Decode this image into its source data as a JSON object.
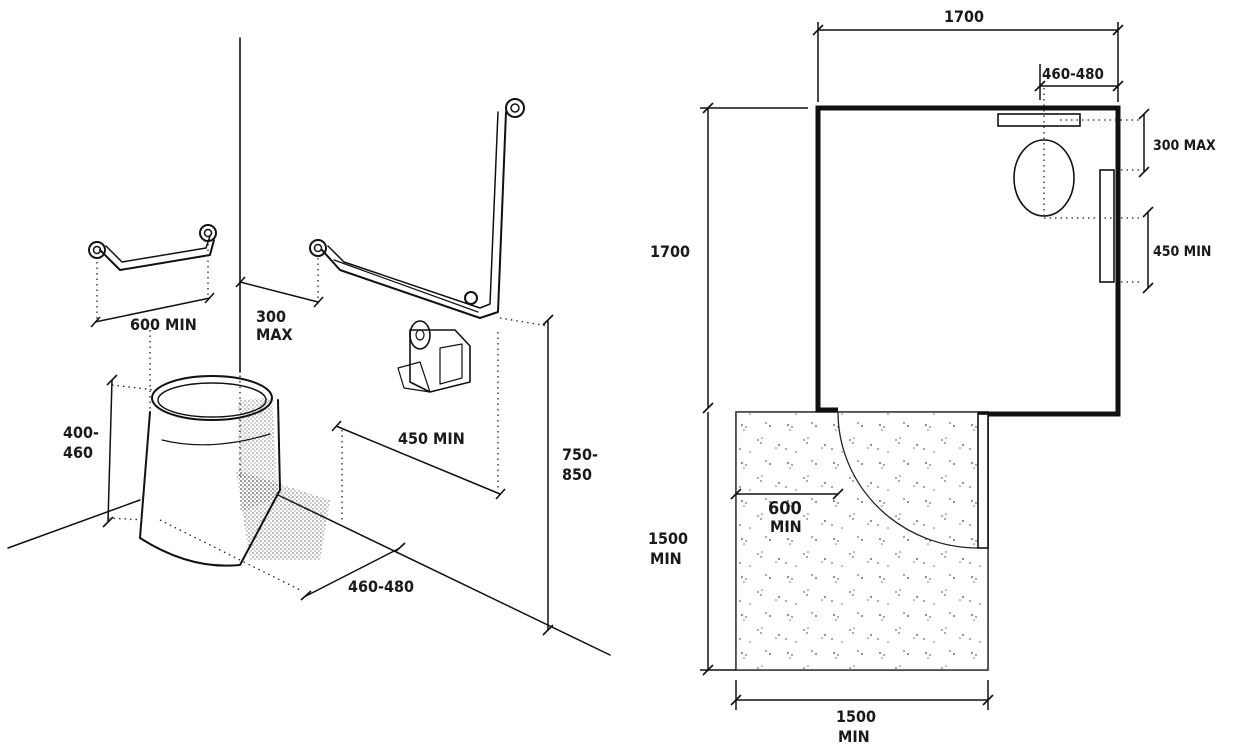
{
  "elevation": {
    "dims": {
      "rail_short_length": "600 MIN",
      "rail_offset_line1": "300",
      "rail_offset_line2": "MAX",
      "seat_height_line1": "400-",
      "seat_height_line2": "460",
      "rail_projection": "450 MIN",
      "rail_height_line1": "750-",
      "rail_height_line2": "850",
      "wc_centre": "460-480"
    }
  },
  "plan": {
    "dims": {
      "room_width": "1700",
      "wc_centre": "460-480",
      "basin_offset": "300 MAX",
      "basin_width": "450 MIN",
      "room_depth": "1700",
      "door_width_line1": "600",
      "door_width_line2": "MIN",
      "turning_depth_line1": "1500",
      "turning_depth_line2": "MIN",
      "turning_width_line1": "1500",
      "turning_width_line2": "MIN"
    }
  }
}
